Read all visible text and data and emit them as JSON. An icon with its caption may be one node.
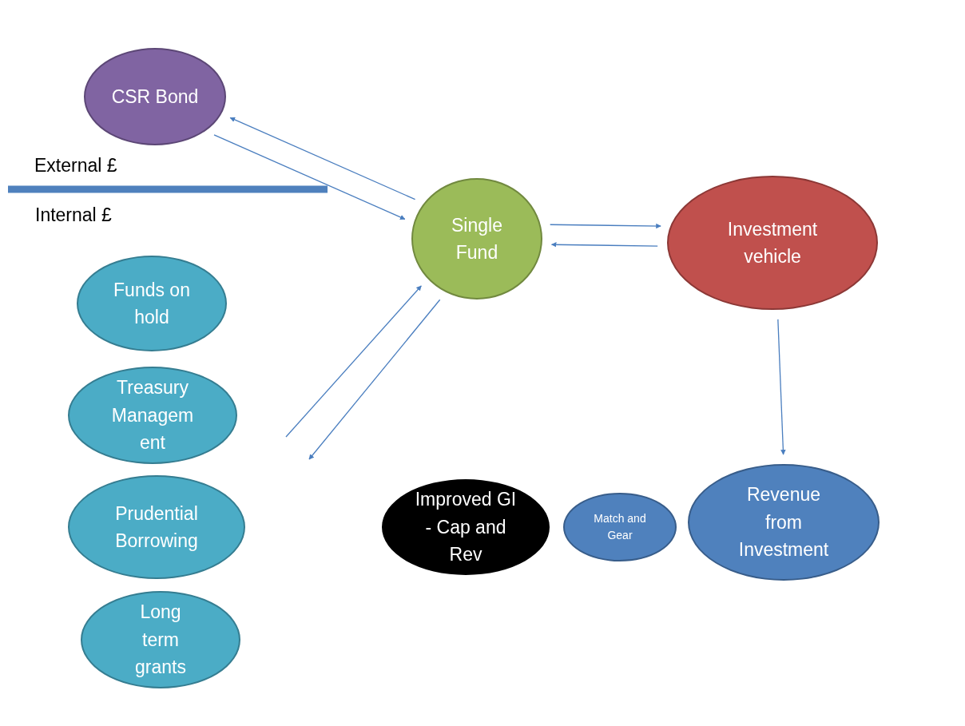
{
  "diagram": {
    "nodes": [
      {
        "text": [
          "CSR Bond"
        ]
      },
      {
        "text": [
          "Single Fund"
        ]
      },
      {
        "text": [
          "Investment vehicle"
        ]
      },
      {
        "text": [
          "Funds on hold"
        ]
      },
      {
        "text": [
          "Treasury Management"
        ]
      },
      {
        "text": [
          "Prudential Borrowing"
        ]
      },
      {
        "text": [
          "Long term grants"
        ]
      },
      {
        "text": [
          "Improved GI - Cap and Rev"
        ]
      },
      {
        "text": [
          "Match and Gear"
        ]
      },
      {
        "text": [
          "Revenue from Investment"
        ]
      }
    ],
    "edges": [
      {
        "from": 1,
        "to": 0,
        "arrow": "to"
      },
      {
        "from": 0,
        "to": 1,
        "arrow": "to"
      },
      {
        "from": 1,
        "to": 2,
        "arrow": "to"
      },
      {
        "from": 2,
        "to": 1,
        "arrow": "to"
      },
      {
        "from": 2,
        "to": 9,
        "arrow": "to"
      },
      {
        "from": null,
        "to": 1,
        "arrow": "to"
      },
      {
        "from": 1,
        "to": null,
        "arrow": "to"
      }
    ],
    "labels": [
      "External £",
      "Internal £"
    ]
  }
}
